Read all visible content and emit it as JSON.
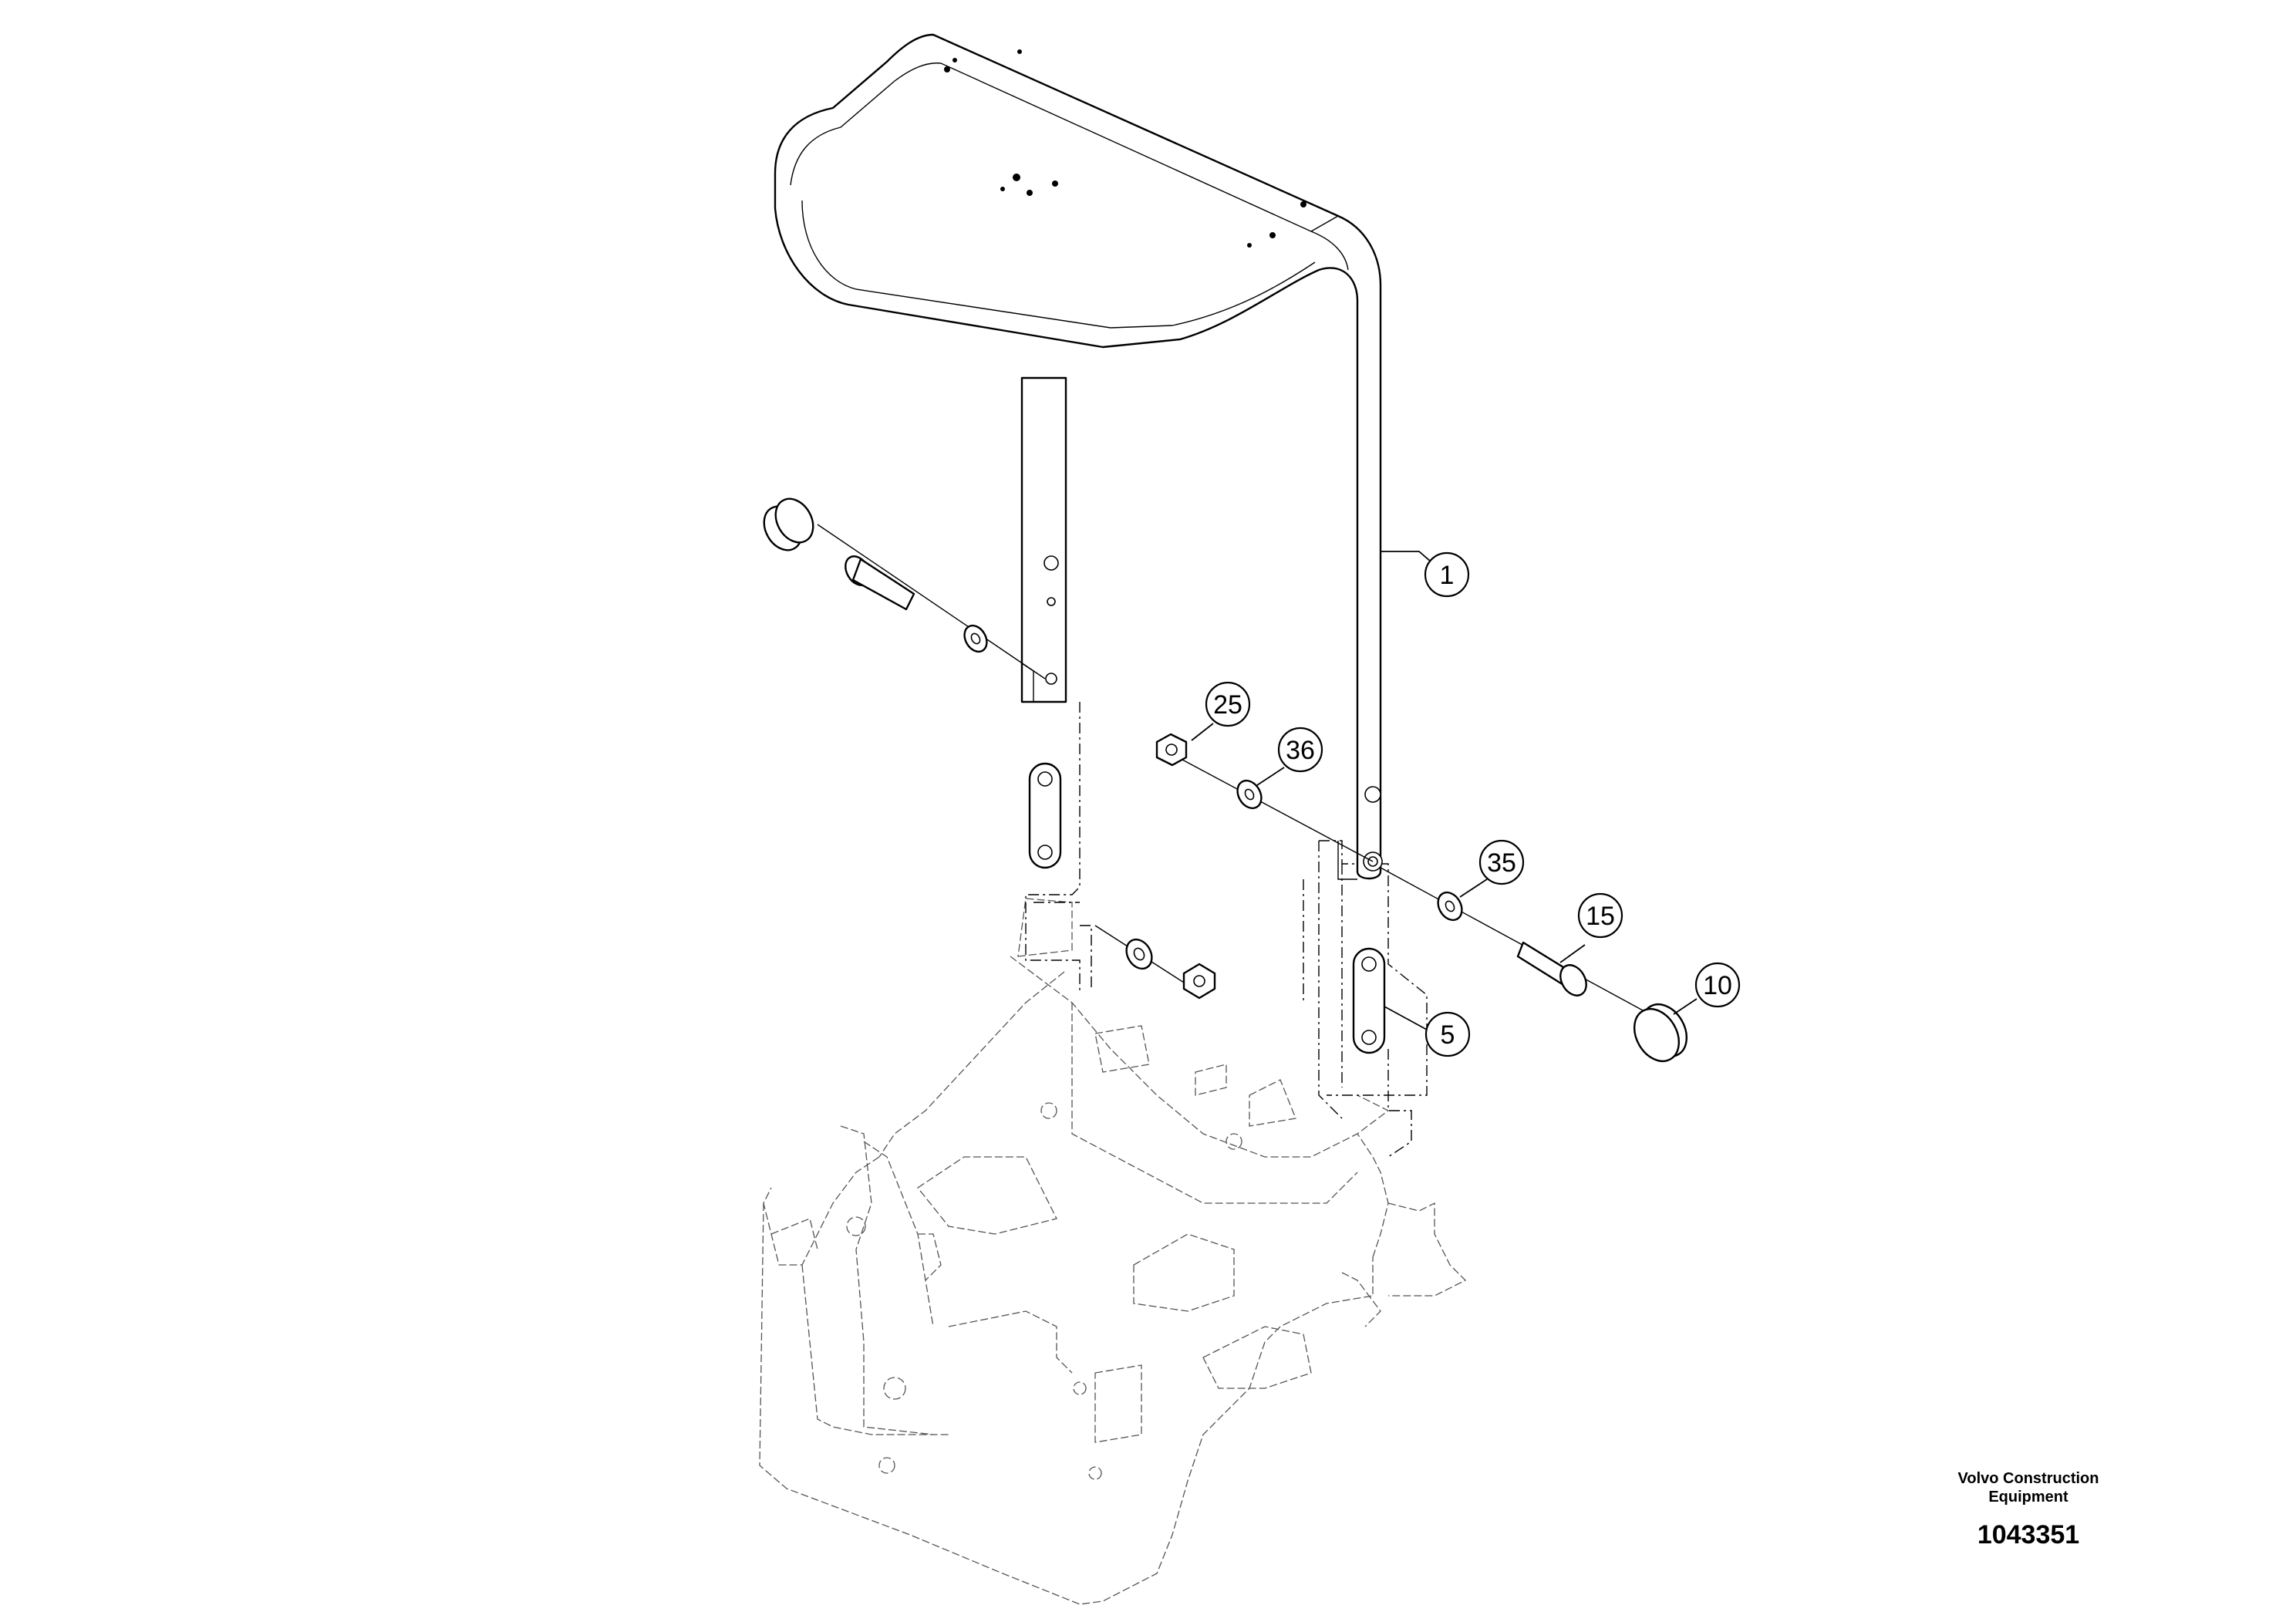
{
  "callouts": [
    "1",
    "25",
    "36",
    "35",
    "15",
    "10",
    "5"
  ],
  "footer": {
    "brand_line1": "Volvo Construction",
    "brand_line2": "Equipment",
    "doc_number": "1043351"
  }
}
